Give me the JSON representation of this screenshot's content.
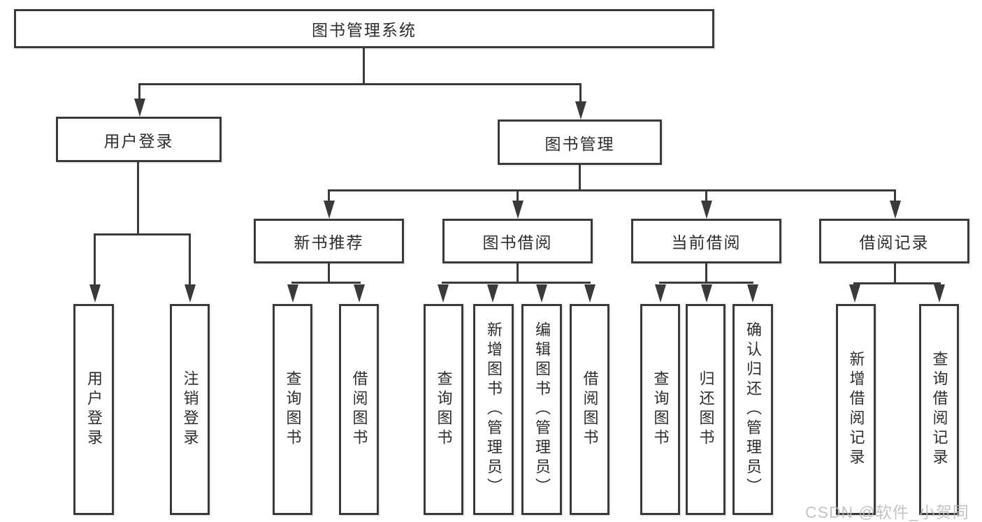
{
  "diagram": {
    "root": "图书管理系统",
    "level2": {
      "user_login": "用户登录",
      "book_mgmt": "图书管理"
    },
    "level3": {
      "new_book_rec": "新书推荐",
      "book_borrow": "图书借阅",
      "current_borrow": "当前借阅",
      "borrow_record": "借阅记录"
    },
    "leaves": {
      "login": "用户登录",
      "logout": "注销登录",
      "rec_query": "查询图书",
      "rec_borrow": "借阅图书",
      "bor_query": "查询图书",
      "bor_add": "新增图书（管理员）",
      "bor_edit": "编辑图书（管理员）",
      "bor_borrow": "借阅图书",
      "cur_query": "查询图书",
      "cur_return": "归还图书",
      "cur_confirm": "确认归还（管理员）",
      "recd_add": "新增借阅记录",
      "recd_query": "查询借阅记录"
    }
  },
  "watermark": "CSDN @软件_小贺同学",
  "colors": {
    "line": "#3a3a3a",
    "text": "#2d2d2d",
    "wm": "#b9b9b9"
  }
}
